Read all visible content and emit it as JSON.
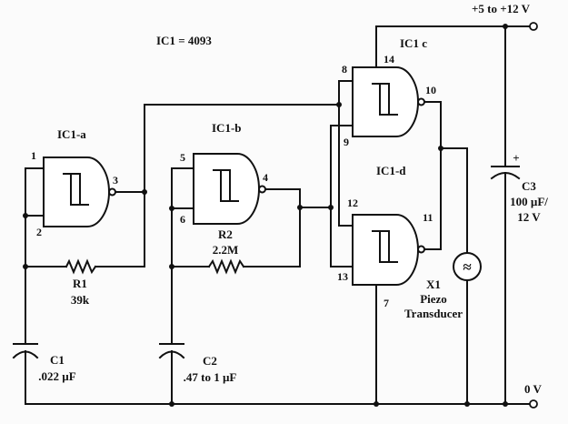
{
  "title": "IC1 = 4093",
  "supply": {
    "positive": "+5 to +12 V",
    "ground": "0 V"
  },
  "gates": {
    "a": {
      "label": "IC1-a",
      "pins": [
        "1",
        "2",
        "3"
      ]
    },
    "b": {
      "label": "IC1-b",
      "pins": [
        "5",
        "6",
        "4"
      ]
    },
    "c": {
      "label": "IC1 c",
      "pins": [
        "8",
        "9",
        "10",
        "14"
      ]
    },
    "d": {
      "label": "IC1-d",
      "pins": [
        "12",
        "13",
        "11",
        "7"
      ]
    }
  },
  "components": {
    "r1": {
      "name": "R1",
      "value": "39k"
    },
    "r2": {
      "name": "R2",
      "value": "2.2M"
    },
    "c1": {
      "name": "C1",
      "value": ".022 µF"
    },
    "c2": {
      "name": "C2",
      "value": ".47 to 1 µF"
    },
    "c3": {
      "name": "C3",
      "value_line1": "100 µF/",
      "value_line2": "12 V",
      "polarity": "+"
    },
    "x1": {
      "name": "X1",
      "line1": "Piezo",
      "line2": "Transducer",
      "symbol": "≈"
    }
  }
}
